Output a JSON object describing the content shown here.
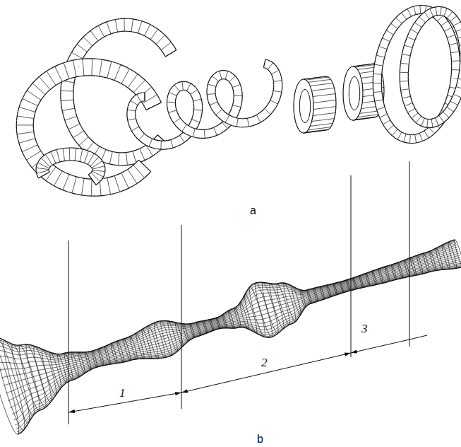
{
  "diagram": {
    "labels": [
      "a",
      "b",
      "1",
      "2",
      "3"
    ]
  }
}
